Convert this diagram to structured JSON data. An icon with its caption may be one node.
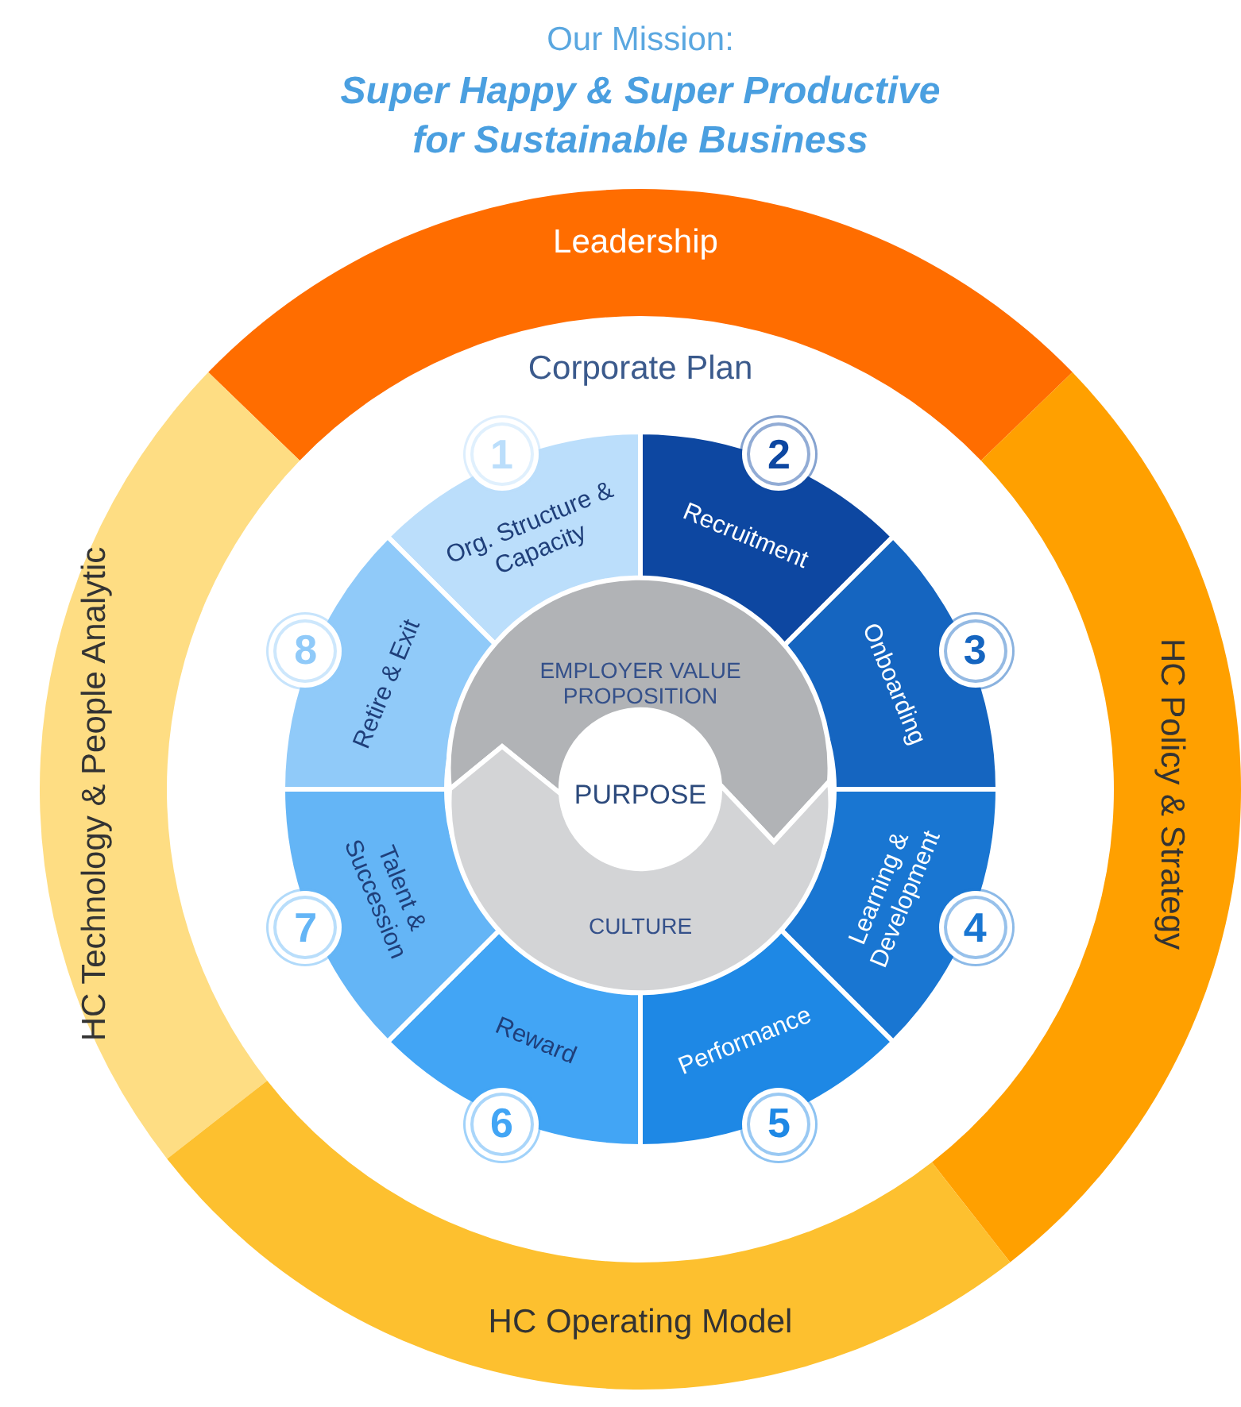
{
  "diagram": {
    "nodes": [
      {
        "text": [
          "Leadership"
        ]
      },
      {
        "text": [
          "HC Technology & People Analytic"
        ]
      },
      {
        "text": [
          "HC Policy & Strategy"
        ]
      },
      {
        "text": [
          "HC Operating Model"
        ]
      },
      {
        "text": [
          "Org. Structure & Capacity"
        ],
        "beside": [
          "1"
        ]
      },
      {
        "text": [
          "Recruitment"
        ],
        "beside": [
          "2"
        ]
      },
      {
        "text": [
          "Onboarding"
        ],
        "beside": [
          "3"
        ]
      },
      {
        "text": [
          "Learning & Development"
        ],
        "beside": [
          "4"
        ]
      },
      {
        "text": [
          "Performance"
        ],
        "beside": [
          "5"
        ]
      },
      {
        "text": [
          "Reward"
        ],
        "beside": [
          "6"
        ]
      },
      {
        "text": [
          "Talent & Succession"
        ],
        "beside": [
          "7"
        ]
      },
      {
        "text": [
          "Retire & Exit"
        ],
        "beside": [
          "8"
        ]
      },
      {
        "text": [
          "EMPLOYER VALUE PROPOSITION"
        ]
      },
      {
        "text": [
          "PURPOSE"
        ]
      },
      {
        "text": [
          "CULTURE"
        ]
      }
    ],
    "labels": [
      "Our Mission:",
      "Super Happy & Super Productive for Sustainable Business",
      "Corporate Plan"
    ]
  }
}
